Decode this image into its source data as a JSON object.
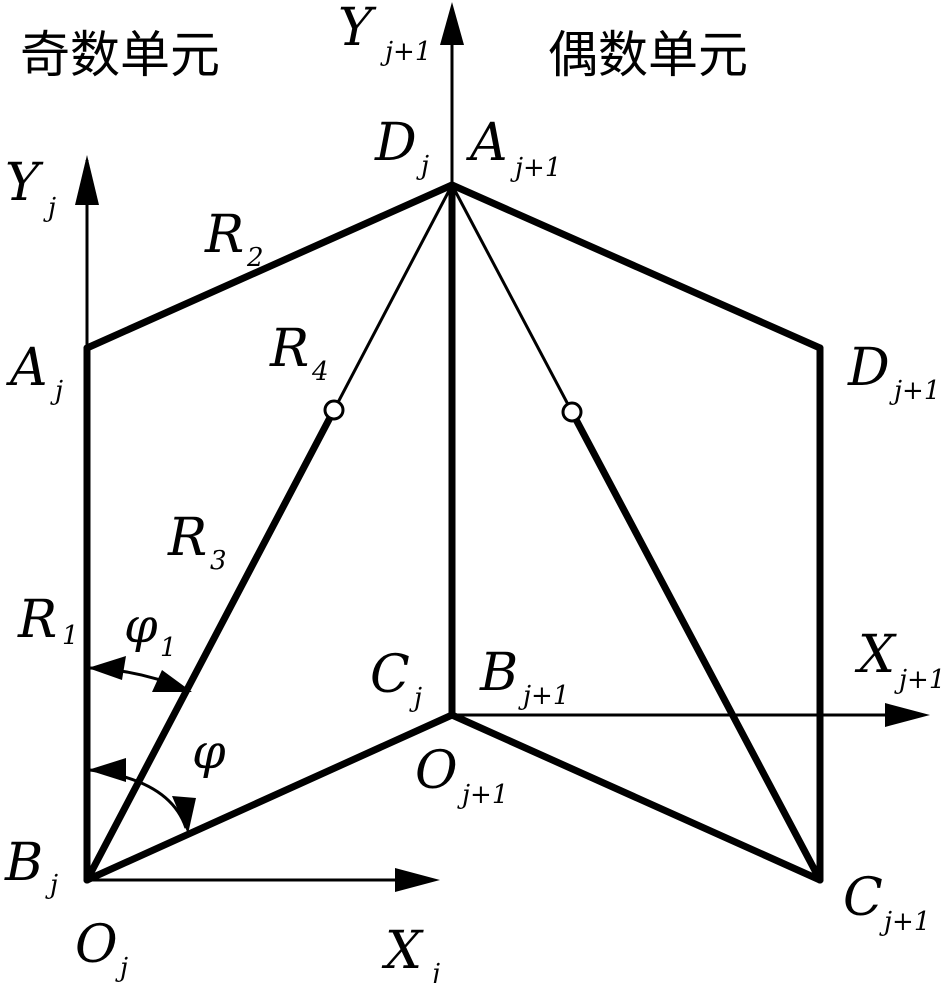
{
  "headings": {
    "odd_unit": "奇数单元",
    "even_unit": "偶数单元"
  },
  "axes": {
    "y_left": {
      "main": "Y",
      "sub": "j"
    },
    "x_left": {
      "main": "X",
      "sub": "j"
    },
    "y_right": {
      "main": "Y",
      "sub": "j+1"
    },
    "x_right": {
      "main": "X",
      "sub": "j+1"
    }
  },
  "points": {
    "A_j": {
      "main": "A",
      "sub": "j"
    },
    "B_j": {
      "main": "B",
      "sub": "j"
    },
    "O_j": {
      "main": "O",
      "sub": "j"
    },
    "C_j": {
      "main": "C",
      "sub": "j"
    },
    "D_j": {
      "main": "D",
      "sub": "j"
    },
    "A_j1": {
      "main": "A",
      "sub": "j+1"
    },
    "B_j1": {
      "main": "B",
      "sub": "j+1"
    },
    "O_j1": {
      "main": "O",
      "sub": "j+1"
    },
    "C_j1": {
      "main": "C",
      "sub": "j+1"
    },
    "D_j1": {
      "main": "D",
      "sub": "j+1"
    }
  },
  "links": {
    "R1": {
      "main": "R",
      "sub": "1"
    },
    "R2": {
      "main": "R",
      "sub": "2"
    },
    "R3": {
      "main": "R",
      "sub": "3"
    },
    "R4": {
      "main": "R",
      "sub": "4"
    }
  },
  "angles": {
    "phi1": {
      "main": "φ",
      "sub": "1"
    },
    "phi": {
      "main": "φ"
    }
  }
}
